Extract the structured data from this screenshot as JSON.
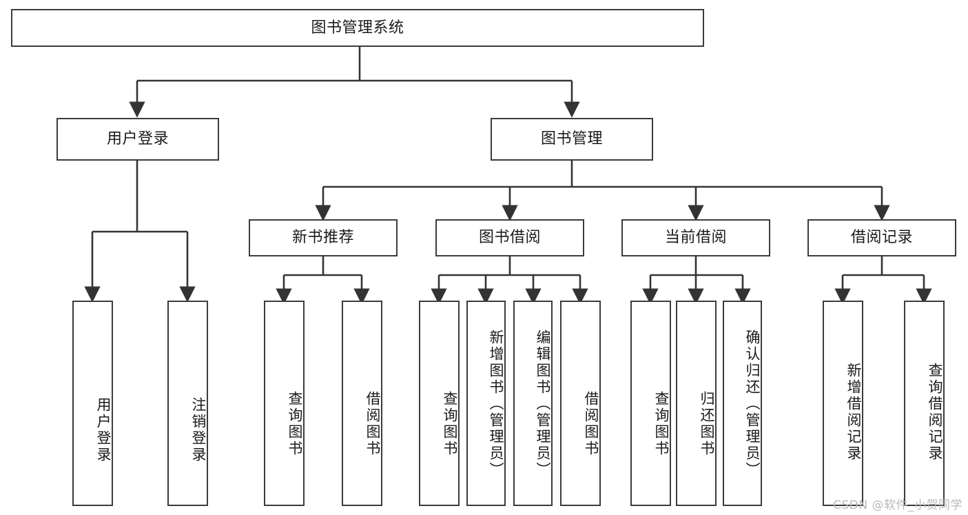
{
  "diagram": {
    "type": "tree",
    "title": "图书管理系统",
    "watermark": "CSDN @软件_小贺同学",
    "colors": {
      "box_border": "#3b3b3b",
      "box_fill": "#ffffff",
      "connector": "#333333",
      "text": "#1a1a1a",
      "watermark": "#b9b9b9"
    },
    "root": {
      "label": "图书管理系统"
    },
    "level2": [
      {
        "label": "用户登录"
      },
      {
        "label": "图书管理"
      }
    ],
    "level3": [
      {
        "label": "新书推荐"
      },
      {
        "label": "图书借阅"
      },
      {
        "label": "当前借阅"
      },
      {
        "label": "借阅记录"
      }
    ],
    "leaves": {
      "user_login": [
        {
          "label": "用户登录"
        },
        {
          "label": "注销登录"
        }
      ],
      "new_book_recommend": [
        {
          "label": "查询图书"
        },
        {
          "label": "借阅图书"
        }
      ],
      "book_borrow": [
        {
          "label": "查询图书"
        },
        {
          "label": "新增图书（管理员）"
        },
        {
          "label": "编辑图书（管理员）"
        },
        {
          "label": "借阅图书"
        }
      ],
      "current_borrow": [
        {
          "label": "查询图书"
        },
        {
          "label": "归还图书"
        },
        {
          "label": "确认归还（管理员）"
        }
      ],
      "borrow_record": [
        {
          "label": "新增借阅记录"
        },
        {
          "label": "查询借阅记录"
        }
      ]
    }
  }
}
